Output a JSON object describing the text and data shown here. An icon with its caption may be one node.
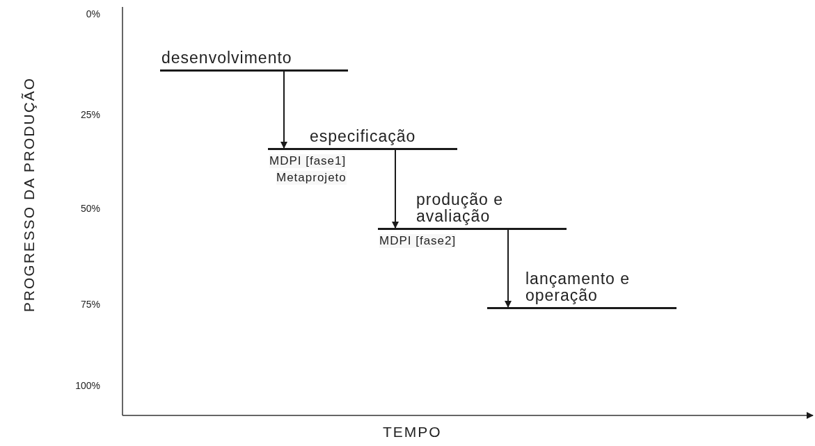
{
  "diagram": {
    "nodes": [
      {
        "text": [
          "desenvolvimento"
        ]
      },
      {
        "text": [
          "especificação"
        ],
        "beside": [
          "MDPI [fase1]",
          "Metaprojeto"
        ]
      },
      {
        "text": [
          "produção e avaliação"
        ],
        "beside": [
          "MDPI [fase2]"
        ]
      },
      {
        "text": [
          "lançamento e operação"
        ]
      }
    ],
    "edges": [
      {
        "from": 0,
        "to": 1,
        "arrow": "to"
      },
      {
        "from": 1,
        "to": 2,
        "arrow": "to"
      },
      {
        "from": 2,
        "to": 3,
        "arrow": "to"
      }
    ],
    "labels": [
      "0%",
      "25%",
      "50%",
      "75%",
      "100%",
      "PROGRESSO DA PRODUÇÃO",
      "TEMPO"
    ]
  }
}
